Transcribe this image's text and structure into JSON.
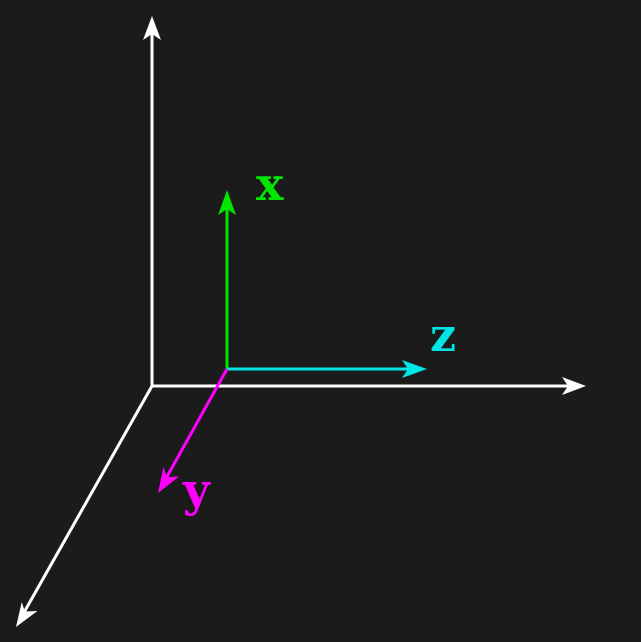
{
  "background": "#1b1b1b",
  "world_axes": {
    "color": "#ffffff"
  },
  "local_frame": {
    "x": {
      "label": "x",
      "color": "#00e600"
    },
    "y": {
      "label": "y",
      "color": "#ff00ff"
    },
    "z": {
      "label": "z",
      "color": "#00e6e6"
    }
  }
}
